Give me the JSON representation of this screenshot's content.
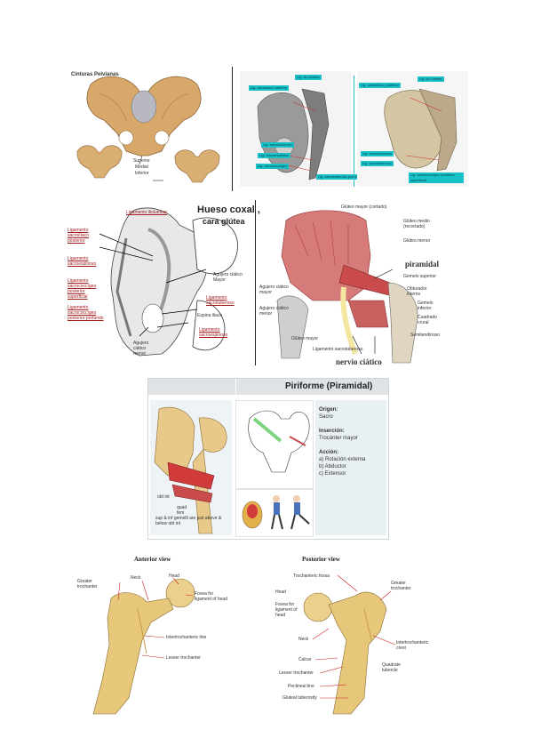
{
  "top_left": {
    "title": "Cinturas Pelvianas",
    "labels": [
      "Superior",
      "Medial",
      "Inferior"
    ]
  },
  "top_middle": {
    "tags": [
      "Lig. ilio lumbar",
      "Lig. sacroiliaco anterior",
      "Lig. sacrotuberoso",
      "Lig. sacroespinoso",
      "Lig. sacrococcigeo",
      "Lig. sacrotuberoso posterior"
    ]
  },
  "top_right": {
    "tags": [
      "Lig. sacroiliaco posterior",
      "Lig. ilio lumbar",
      "Lig. sacroespinoso",
      "Lig. sacrotuberoso",
      "Lig. sacrococcigeo posterior superficial"
    ]
  },
  "mid_left": {
    "heading_line1": "Hueso  coxal  ,",
    "heading_line2": "cara glútea",
    "labels": {
      "iliolumbar": "Ligamento iliolumbar",
      "sacroiliaco": "Ligamento sacroilíaco posterior",
      "sacroespinoso_label": "Ligamento sacroespinoso",
      "sacrococcigeo_sup": "Ligamento sacrococcígeo posterior superficial",
      "sacrococcigeo_prof": "Ligamento sacrococcígeo posterior profundo",
      "agujero_mayor": "Agujero ciático Mayor",
      "ligamento_sacrotuberoso": "Ligamento sacrotuberoso",
      "espina": "Espina iliaca",
      "ligamento_sacroespinoso": "Ligamento sacroespinoso",
      "agujero_menor": "Agujero ciático menor"
    }
  },
  "mid_right": {
    "labels": {
      "top": "Glúteo mayor (cortado)",
      "r1": "Glúteo medio (recortado)",
      "r2": "Glúteo menor",
      "piramidal": "piramidal",
      "r3": "Gemelo superior",
      "r4": "Obturador interno",
      "r5": "Gemelo inferior",
      "r6": "Cuadrado crural",
      "r7": "Semitendinoso",
      "l1": "Agujero ciático mayor",
      "l2": "Agujero ciático menor",
      "l3": "Glúteo mayor",
      "l4": "Ligamento sacrotuberoso",
      "nervio": "nervio ciático"
    }
  },
  "piriforme": {
    "title": "Piriforme (Piramidal)",
    "origin_title": "Origen:",
    "origin_value": "Sacro",
    "insertion_title": "Inserción:",
    "insertion_value": "Trocánter mayor",
    "action_title": "Acción:",
    "actions": [
      "a) Rotación externa",
      "b) Abductor",
      "c) Extensor"
    ],
    "notes": [
      "obt int",
      "quad fem",
      "sup & inf gemelli are just above & below obt int"
    ]
  },
  "femur_anterior": {
    "title": "Anterior view",
    "labels": {
      "greater": "Greater trochanter",
      "neck": "Neck",
      "head": "Head",
      "fovea": "Fovea for ligament of head",
      "intertrochanteric": "Intertrochanteric line",
      "lesser": "Lesser trochanter"
    }
  },
  "femur_posterior": {
    "title": "Posterior view",
    "labels": {
      "fossa": "Trochanteric fossa",
      "head": "Head",
      "fovea": "Fovea for ligament of head",
      "greater": "Greater trochanter",
      "intertroch_crest": "Intertrochanteric crest",
      "neck": "Neck",
      "quadrate": "Quadrate tubercle",
      "calcar": "Calcar",
      "lesser": "Lesser trochanter",
      "pectineal": "Pectineal line",
      "gluteal": "Gluteal tuberosity"
    }
  },
  "colors": {
    "bone": "#e2c27c",
    "muscle": "#c94b4b",
    "cyan_tag": "#19c2c9",
    "link_red": "#a21c1c"
  }
}
